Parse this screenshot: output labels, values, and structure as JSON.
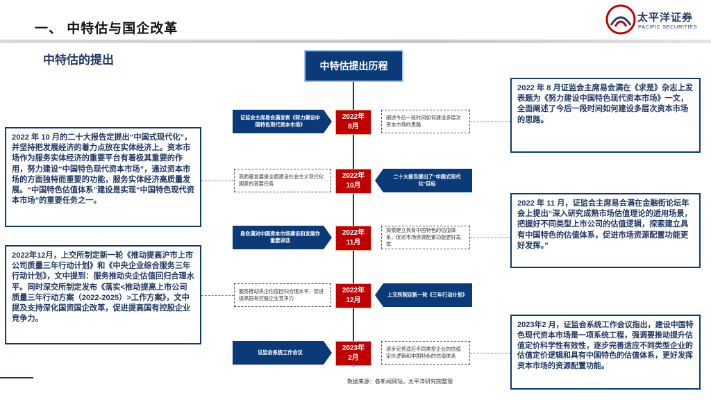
{
  "header": {
    "section_title": "一、  中特估与国企改革",
    "logo_cn": "太平洋证券",
    "logo_en": "PACIFIC SECURITIES"
  },
  "subtitle": "中特估的提出",
  "timeline": {
    "title": "中特估提出历程",
    "events": [
      {
        "date_line1": "2022年",
        "date_line2": "8月",
        "left_label": "证监会主席易会满发表《努力建设中国特色现代资本市场》",
        "right_label": "阐述今后一段时间如何建设多层次资本市场的思路"
      },
      {
        "date_line1": "2022年",
        "date_line2": "10月",
        "left_label": "高质量发展是全面建设社会主义现代化国家的首要任务",
        "right_label": "二十大报告提出了“中国式现代化”目标"
      },
      {
        "date_line1": "2022年",
        "date_line2": "11月",
        "left_label": "易会满对中国资本市场建设和发展作重要讲话",
        "right_label": "探索建立具有中国特色的估值体系，促进市场资源配置功能更好发挥"
      },
      {
        "date_line1": "2022年",
        "date_line2": "12月",
        "left_label": "服务推动央企估值回归合理水平，促进提高国有控股企业竞争力",
        "right_label": "上交所制定新一轮《三年行动计划》"
      },
      {
        "date_line1": "2023年",
        "date_line2": "2月",
        "left_label": "证监会系统工作会议",
        "right_label": "逐步完善适应不同类型企业的估值定价逻辑和中国特色的估值体系"
      }
    ]
  },
  "info_boxes": {
    "aug_2022": "2022 年 8 月证监会主席易会满在《求是》杂志上发表题为《努力建设中国特色现代资本市场》一文，全面阐述了今后一段时间如何建设多层次资本市场的思路。",
    "oct_2022": "2022 年 10 月的二十大报告定提出“中国式现代化”，并坚持把发展经济的着力点放在实体经济上。资本市场作为服务实体经济的重要平台有着极其重要的作用，努力建设“中国特色现代资本市场”，通过资本市场的方面独特而重要的功能，服务实体经济高质量发展。“中国特色估值体系”建设是实现“中国特色现代资本市场”的重要任务之一。",
    "nov_2022": "2022 年 11 月，证监会主席易会满在金融街论坛年会上提出“深入研究成熟市场估值理论的适用场景，把握好不同类型上市公司的估值逻辑，探索建立具有中国特色的估值体系，促进市场资源配置功能更好发挥。”",
    "dec_2022": "2022年12月，上交所制定新一轮《推动提高沪市上市公司质量三年行动计划》和《中央企业综合服务三年行动计划》，文中提到：服务推动央企估值回归合理水平。同时深交所制定发布《落实<推动提高上市公司质量三年行动方案（2022-2025）>工作方案》，文中提及支持深化国资国企改革，促进提高国有控股企业竞争力。",
    "feb_2023": "2023年2 月，证监会系统工作会议指出，建设中国特色现代资本市场是一项系统工程，强调要推动提升估值定价科学性有效性，逐步完善适应不同类型企业的估值定价逻辑和具有中国特色的估值体系，更好发挥资本市场的资源配置功能。"
  },
  "source_note": "数据来源：各新闻网站，太平洋研究院整理",
  "colors": {
    "navy": "#0b3a78",
    "date_red": "#c00000",
    "logo_red": "#c00000"
  }
}
